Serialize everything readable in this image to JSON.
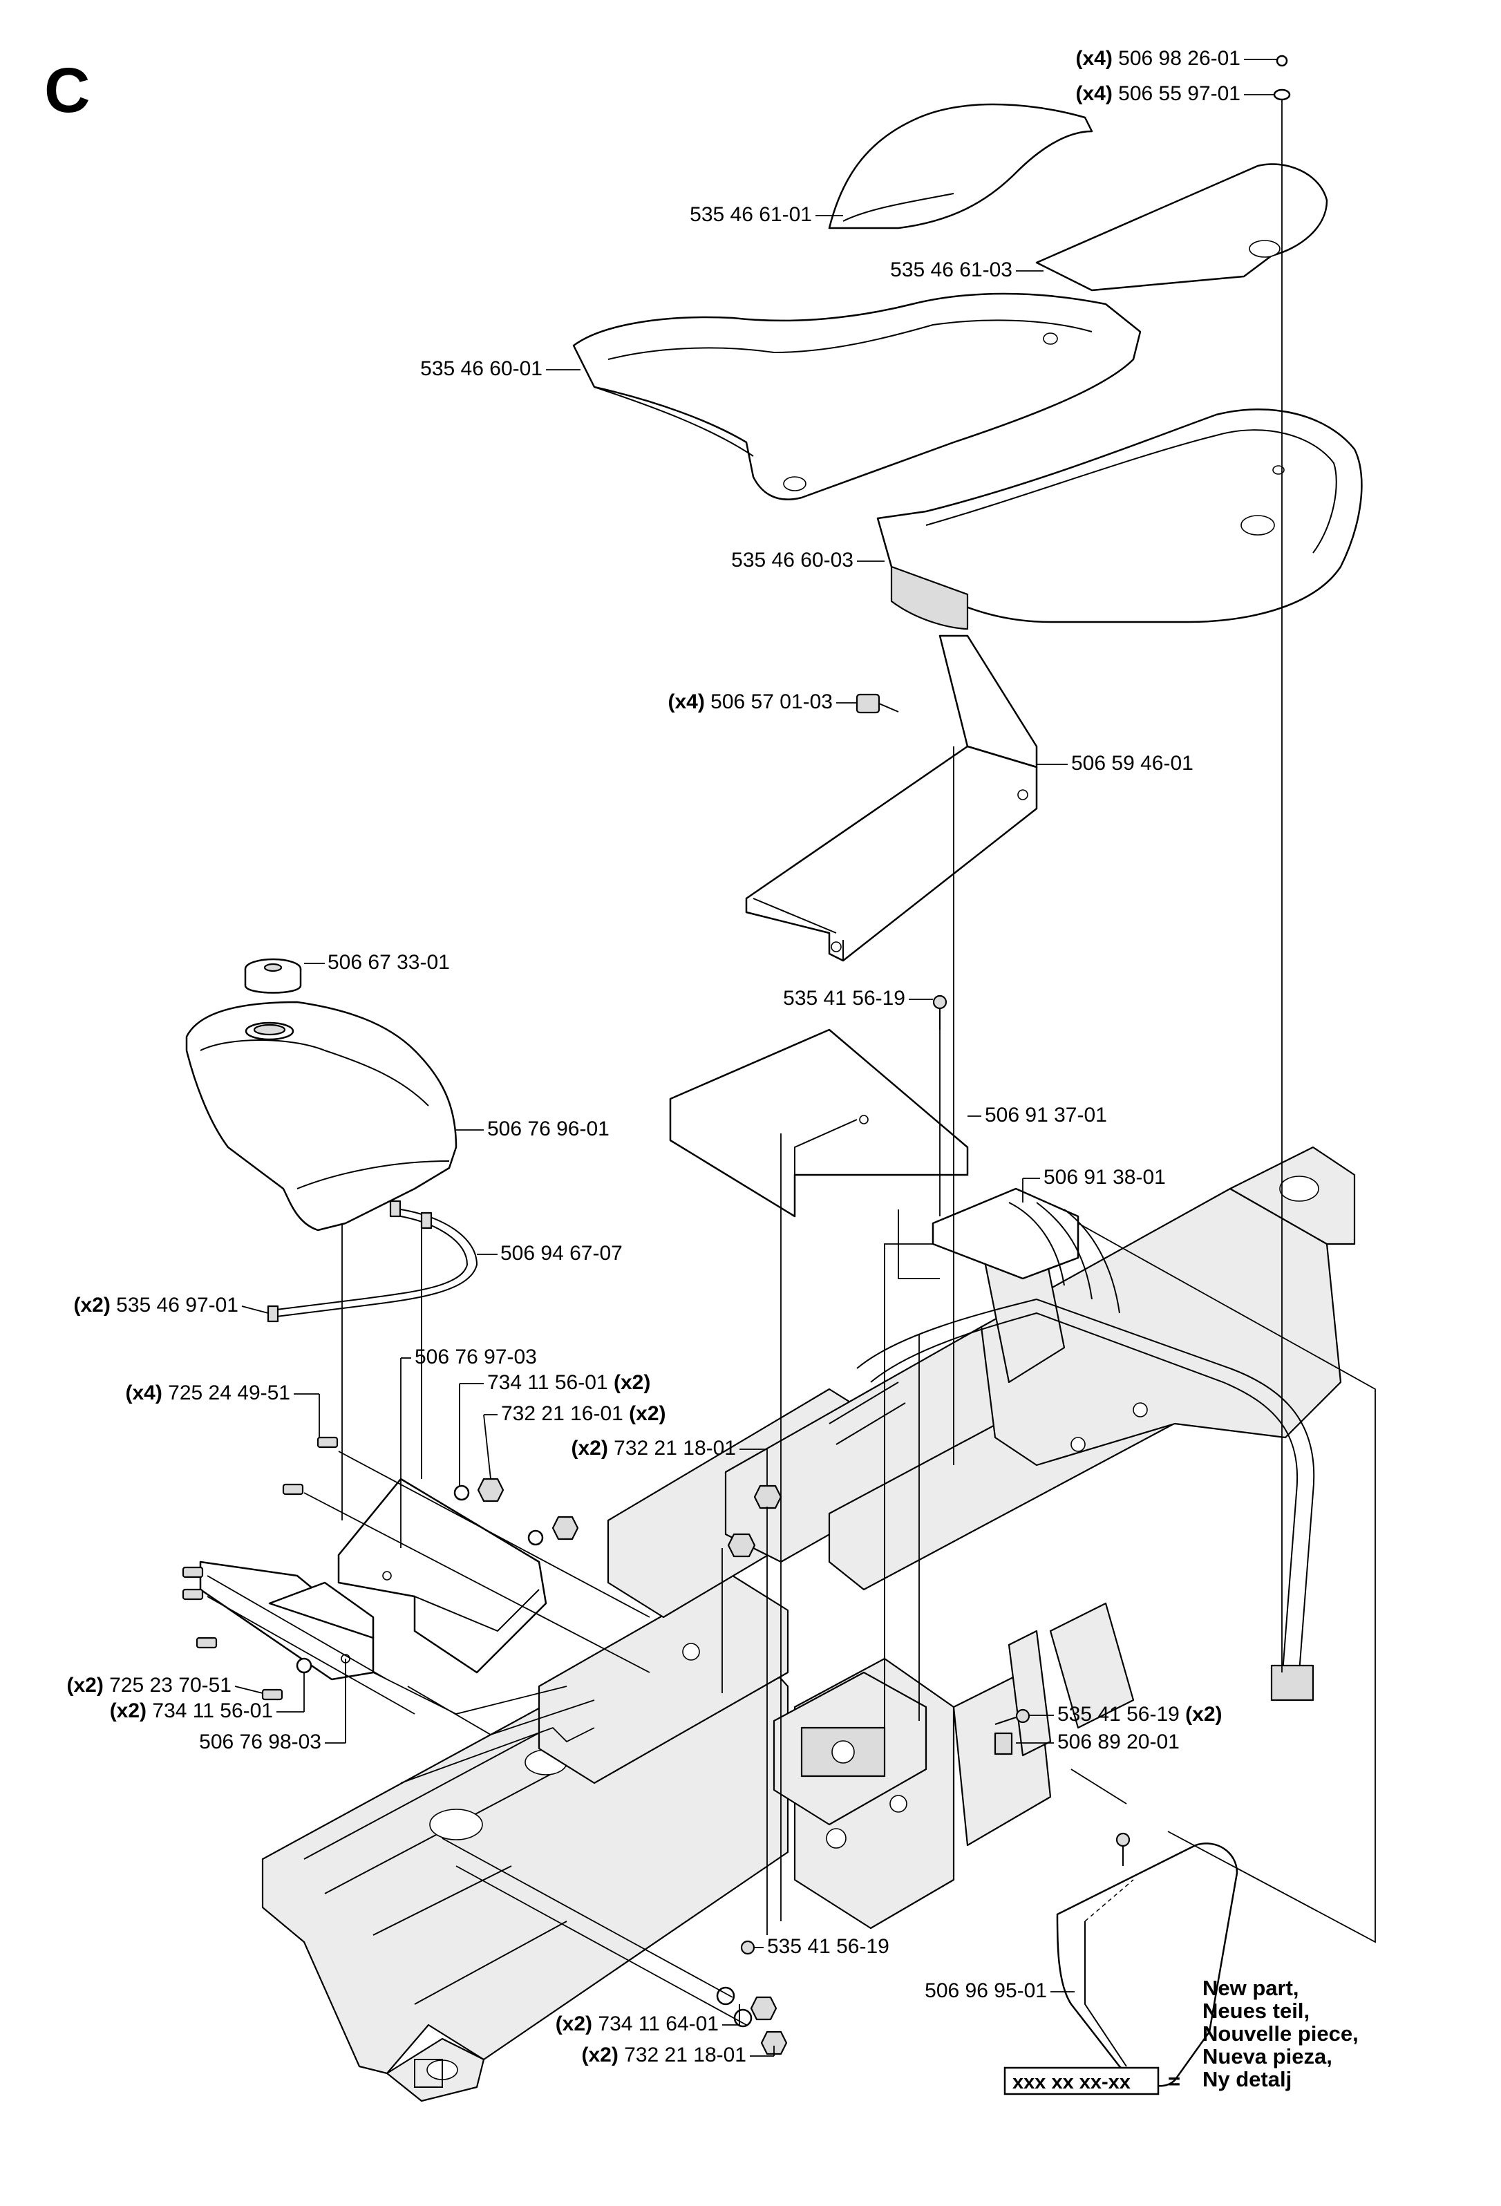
{
  "section_letter": "C",
  "callouts": {
    "washer_nut_top": {
      "qty": "(x4)",
      "part": "506 98 26-01"
    },
    "washer_top": {
      "qty": "(x4)",
      "part": "506 55 97-01"
    },
    "seat_pad_left": {
      "part": "535 46 61-01"
    },
    "seat_pad_right": {
      "part": "535 46 61-03"
    },
    "seat_pan_left": {
      "part": "535 46 60-01"
    },
    "seat_pan_right": {
      "part": "535 46 60-03"
    },
    "bolt_seat_bracket": {
      "qty": "(x4)",
      "part": "506 57 01-03"
    },
    "seat_bracket": {
      "part": "506 59 46-01"
    },
    "fuel_cap": {
      "part": "506 67 33-01"
    },
    "screw_cover": {
      "part": "535 41 56-19"
    },
    "fuel_tank": {
      "part": "506 76 96-01"
    },
    "cover_plate": {
      "part": "506 91 37-01"
    },
    "fuel_line_bracket": {
      "part": "506 91 38-01"
    },
    "fuel_hose": {
      "part": "506 94 67-07"
    },
    "hose_clamp": {
      "qty": "(x2)",
      "part": "535 46 97-01"
    },
    "tank_bracket_upper": {
      "part": "506 76 97-03"
    },
    "washer_upper": {
      "part": "734 11 56-01",
      "qty": "(x2)"
    },
    "bolt_upper": {
      "qty": "(x4)",
      "part": "725 24 49-51"
    },
    "nut_upper": {
      "part": "732 21 16-01",
      "qty": "(x2)"
    },
    "nut_frame": {
      "qty": "(x2)",
      "part": "732 21 18-01"
    },
    "bolt_lower": {
      "qty": "(x2)",
      "part": "725 23 70-51"
    },
    "washer_lower": {
      "qty": "(x2)",
      "part": "734 11 56-01"
    },
    "tank_bracket_lower": {
      "part": "506 76 98-03"
    },
    "screw_side": {
      "part": "535 41 56-19",
      "qty": "(x2)"
    },
    "clip": {
      "part": "506 89 20-01"
    },
    "screw_bottom": {
      "part": "535 41 56-19"
    },
    "side_cover": {
      "part": "506 96 95-01"
    },
    "washer_bottom": {
      "qty": "(x2)",
      "part": "734 11 64-01"
    },
    "nut_bottom": {
      "qty": "(x2)",
      "part": "732 21 18-01"
    }
  },
  "legend": {
    "lines": [
      "New part,",
      "Neues teil,",
      "Nouvelle piece,",
      "Nueva pieza,",
      "Ny detalj"
    ],
    "code": "xxx xx xx-xx",
    "equals": "="
  }
}
